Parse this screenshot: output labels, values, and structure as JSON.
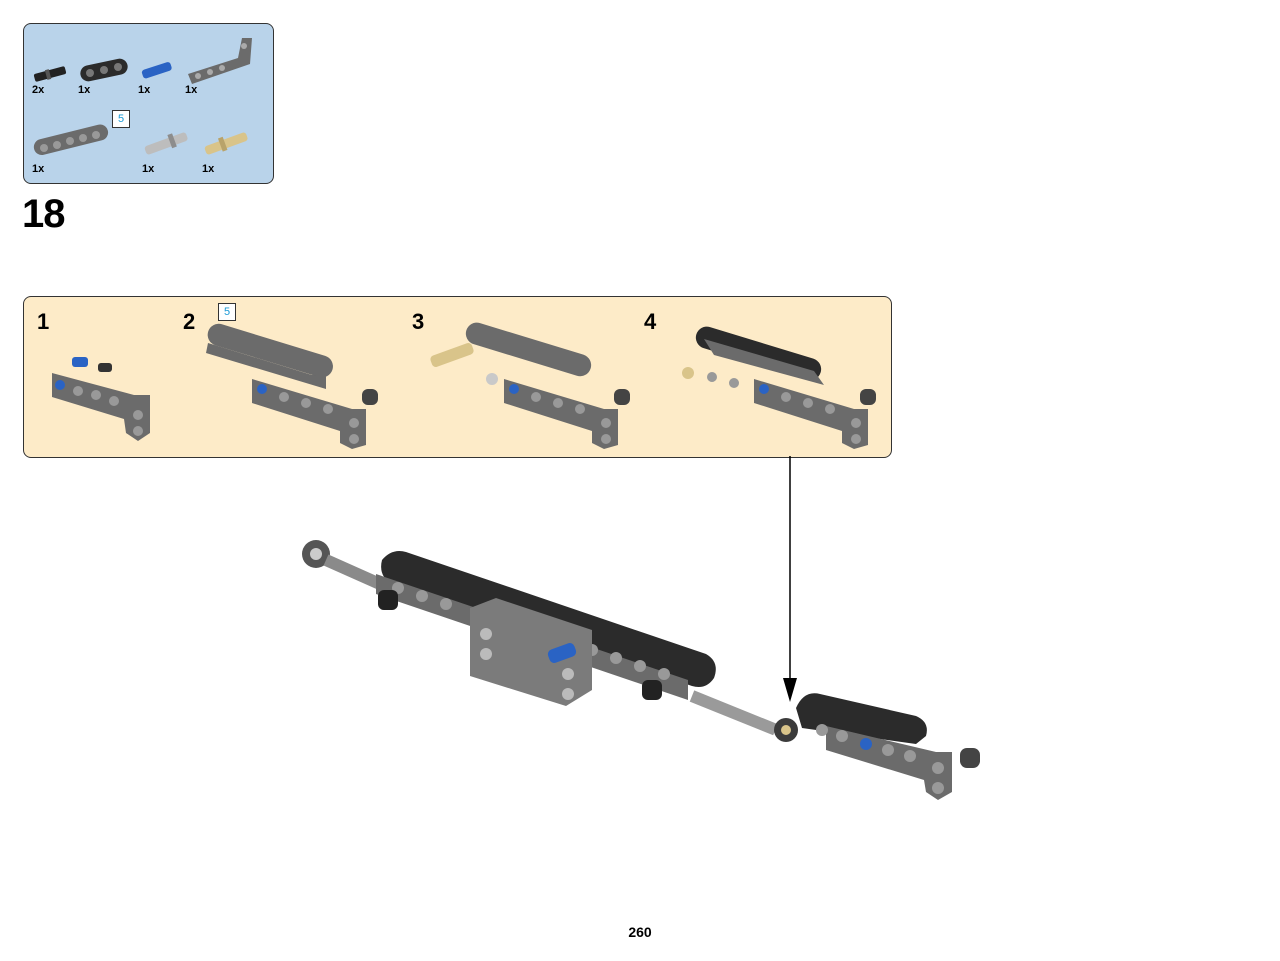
{
  "parts_list": {
    "items": [
      {
        "icon": "black-axle-pin",
        "qty": "2x"
      },
      {
        "icon": "black-beam-3",
        "qty": "1x"
      },
      {
        "icon": "blue-axle-pin",
        "qty": "1x"
      },
      {
        "icon": "gray-bent-beam",
        "qty": "1x"
      },
      {
        "icon": "gray-beam-5",
        "qty": "1x",
        "length_label": "5"
      },
      {
        "icon": "light-gray-pin-long",
        "qty": "1x"
      },
      {
        "icon": "tan-axle-pin",
        "qty": "1x"
      }
    ]
  },
  "step": {
    "number": "18"
  },
  "substeps": [
    {
      "number": "1"
    },
    {
      "number": "2",
      "length_label": "5"
    },
    {
      "number": "3"
    },
    {
      "number": "4"
    }
  ],
  "page": {
    "number": "260"
  },
  "colors": {
    "parts_box_bg": "#b9d3ea",
    "substep_box_bg": "#fdebc8",
    "beam_dark_gray": "#6b6b6b",
    "beam_black": "#2b2b2b",
    "pin_blue": "#2a63c4",
    "pin_tan": "#d9c48a",
    "length_label_blue": "#1a9ad6"
  }
}
